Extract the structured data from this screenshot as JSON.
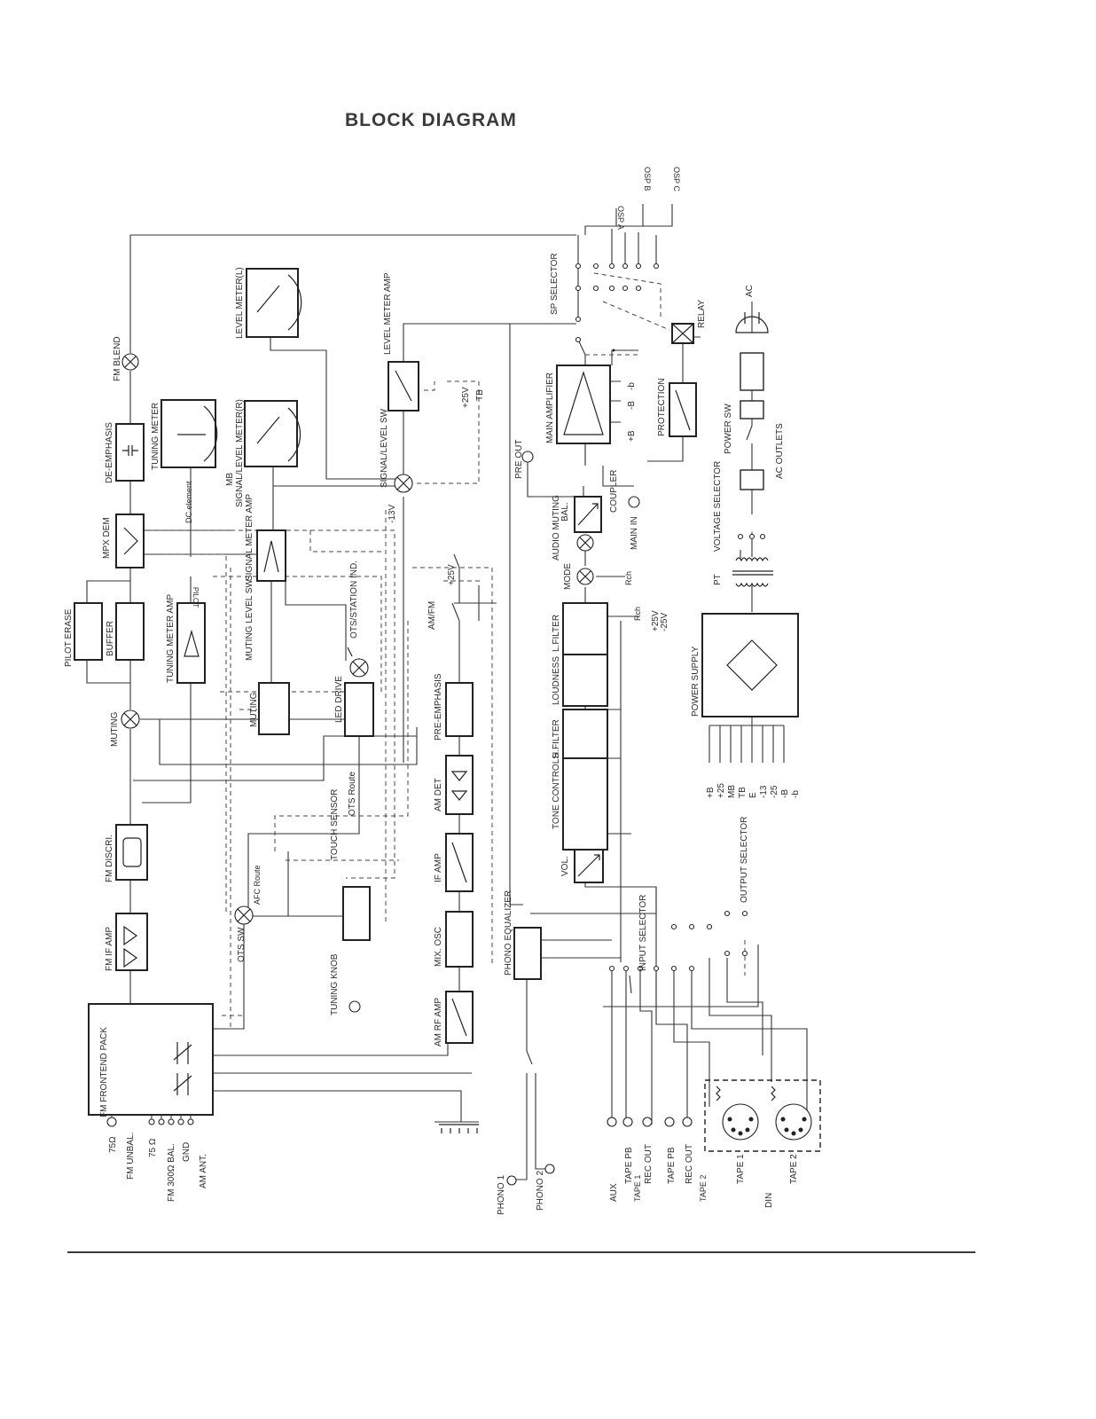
{
  "title": "BLOCK DIAGRAM",
  "labels": {
    "fm_blend": "FM BLEND",
    "de_emphasis": "DE-EMPHASIS",
    "tuning_meter": "TUNING METER",
    "dc_element": "DC element",
    "mpx_dem": "MPX DEM",
    "pilot_erase": "PILOT ERASE",
    "buffer": "BUFFER",
    "tuning_meter_amp": "TUNING METER AMP",
    "muting": "MUTING",
    "fm_discri": "FM DISCRI.",
    "fm_if_amp": "FM IF AMP",
    "fm_frontend_pack": "FM FRONTEND PACK",
    "ant_75_unbal": "75Ω",
    "ant_75_bal": "75 Ω",
    "ant_fm_unbal": "FM UNBAL.",
    "ant_fm_300": "FM 300Ω BAL.",
    "ant_gnd": "GND",
    "ant_am": "AM ANT.",
    "pilot": "PILOT",
    "mb": "MB",
    "signal_level_meter_r": "SIGNAL/LEVEL METER(R)",
    "level_meter_l": "LEVEL METER(L)",
    "signal_meter_amp": "SIGNAL METER AMP",
    "muting_level_sw": "MUTING LEVEL SW",
    "muting_block": "MUTING",
    "led_drive": "LED DRIVE",
    "ots_station_ind": "OTS/STATION IND.",
    "ots_route": "OTS Route",
    "ots_sw": "OTS SW",
    "afc_route": "AFC Route",
    "touch_sensor": "TOUCH SENSOR",
    "tuning_knob": "TUNING KNOB",
    "signal_level_sw": "SIGNAL/LEVEL SW",
    "level_meter_amp": "LEVEL METER AMP",
    "plus25v_a": "+25V",
    "tb_a": "TB",
    "minus13v": "-13V",
    "plus25v_b": "+25V",
    "am_fm": "AM/FM",
    "pre_emphasis": "PRE-EMPHASIS",
    "am_det": "AM DET",
    "if_amp": "IF AMP",
    "mix_osc": "MIX. OSC",
    "am_rf_amp": "AM RF AMP",
    "phono_equalizer": "PHONO EQUALIZER",
    "phono1": "PHONO 1",
    "phono2": "PHONO 2",
    "sp_selector": "SP SELECTOR",
    "osp_a": "OSP A",
    "osp_b": "OSP B",
    "osp_c": "OSP C",
    "relay": "RELAY",
    "main_amplifier": "MAIN AMPLIFIER",
    "ma_plus_b": "+B",
    "ma_minus_b1": "-B",
    "ma_minus_b2": "-b",
    "protection": "PROTECTION",
    "pre_out": "PRE OUT",
    "bal": "BAL.",
    "coupler": "COUPLER",
    "main_in": "MAIN IN",
    "audio_muting": "AUDIO MUTING",
    "mode": "MODE",
    "rch_a": "Rch",
    "rch_b": "Rch",
    "plus25v_c": "+25V",
    "minus25v": "-25V",
    "l_filter": "L.FILTER",
    "loudness": "LOUDNESS",
    "h_filter": "H.FILTER",
    "tone_controls": "TONE CONTROLS",
    "vol": "VOL.",
    "input_selector": "INPUT SELECTOR",
    "output_selector": "OUTPUT SELECTOR",
    "aux": "AUX",
    "tape1": "TAPE 1",
    "tape2": "TAPE 2",
    "tape_pb_1": "TAPE PB",
    "rec_out_1": "REC OUT",
    "tape_pb_2": "TAPE PB",
    "rec_out_2": "REC OUT",
    "tape_1_din": "TAPE 1",
    "tape_2_din": "TAPE 2",
    "din": "DIN",
    "ac": "AC",
    "power_sw": "POWER SW",
    "ac_outlets": "AC OUTLETS",
    "voltage_selector": "VOLTAGE SELECTOR",
    "pt": "PT",
    "power_supply": "POWER SUPPLY",
    "rail_plus_b": "+B",
    "rail_plus25": "+25",
    "rail_mb": "MB",
    "rail_tb": "TB",
    "rail_e": "E",
    "rail_minus13": "-13",
    "rail_minus25": "-25",
    "rail_minus_b": "-B",
    "rail_minus_b_small": "-b"
  }
}
